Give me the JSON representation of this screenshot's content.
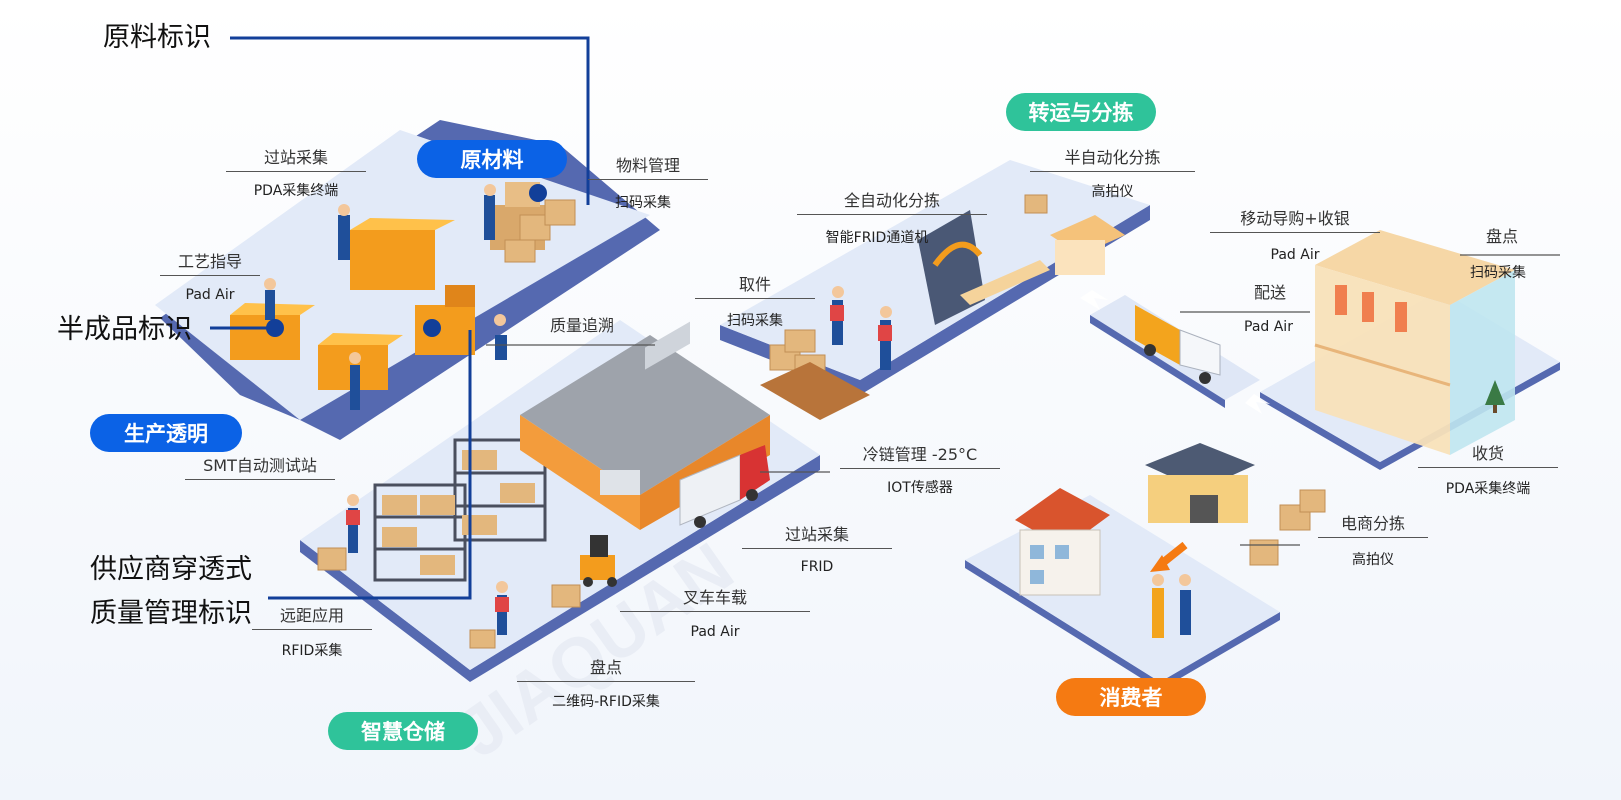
{
  "colors": {
    "blue": "#0b62e6",
    "teal": "#2fc39a",
    "orange": "#f57a12",
    "navy": "#123f99",
    "platform": "#e2eaf8",
    "platform_edge": "#5569b0"
  },
  "watermark": "JIAQUAN",
  "sections": {
    "raw_material": "原材料",
    "transport": "转运与分拣",
    "production": "生产透明",
    "warehouse": "智慧仓储",
    "consumer": "消费者"
  },
  "markers": {
    "raw_id": "原料标识",
    "semi_id": "半成品标识",
    "supplier_line1": "供应商穿透式",
    "supplier_line2": "质量管理标识"
  },
  "labels": {
    "station_collect": {
      "title": "过站采集",
      "sub": "PDA采集终端"
    },
    "material_mgmt": {
      "title": "物料管理",
      "sub": "扫码采集"
    },
    "process_guide": {
      "title": "工艺指导",
      "sub": "Pad Air"
    },
    "quality_trace": {
      "title": "质量追溯"
    },
    "smt": {
      "title": "SMT自动测试站"
    },
    "remote_app": {
      "title": "远距应用",
      "sub": "RFID采集"
    },
    "pickup": {
      "title": "取件",
      "sub": "扫码采集"
    },
    "auto_sort": {
      "title": "全自动化分拣",
      "sub": "智能FRID通道机"
    },
    "semi_sort": {
      "title": "半自动化分拣",
      "sub": "高拍仪"
    },
    "cold_chain": {
      "title": "冷链管理  -25°C",
      "sub": "IOT传感器"
    },
    "station_collect2": {
      "title": "过站采集",
      "sub": "FRID"
    },
    "forklift": {
      "title": "叉车车载",
      "sub": "Pad Air"
    },
    "inventory": {
      "title": "盘点",
      "sub": "二维码-RFID采集"
    },
    "mobile_guide": {
      "title": "移动导购+收银",
      "sub": "Pad Air"
    },
    "inventory2": {
      "title": "盘点",
      "sub": "扫码采集"
    },
    "delivery": {
      "title": "配送",
      "sub": "Pad Air"
    },
    "receive": {
      "title": "收货",
      "sub": "PDA采集终端"
    },
    "ecom_sort": {
      "title": "电商分拣",
      "sub": "高拍仪"
    }
  }
}
